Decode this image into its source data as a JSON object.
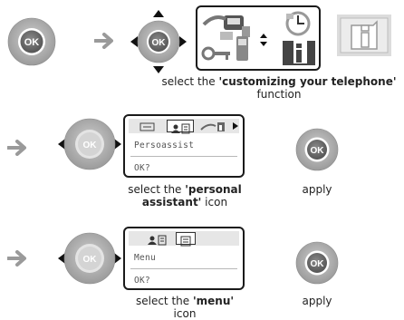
{
  "step1": {
    "caption_prefix": "select the ",
    "caption_bold": "'customizing your telephone'",
    "caption_suffix": "function"
  },
  "step2": {
    "lcd_line1": "Persoassist",
    "lcd_line2": "OK?",
    "caption_prefix": "select the ",
    "caption_bold_1": "'personal",
    "caption_bold_2": "assistant'",
    "caption_suffix": " icon",
    "apply_label": "apply"
  },
  "step3": {
    "lcd_line1": "Menu",
    "lcd_line2": "OK?",
    "caption_prefix": "select the ",
    "caption_bold": "'menu'",
    "caption_suffix": "icon",
    "apply_label": "apply"
  },
  "ok_label": "OK",
  "icons": {
    "arrow": "right-arrow-icon",
    "navigator": "navigator-key-icon",
    "ok": "ok-key-icon",
    "info": "info-icon",
    "clock": "clock-icon",
    "phone": "telephone-icon",
    "key": "key-icon",
    "personal": "personal-assistant-icon",
    "menu": "menu-icon"
  },
  "colors": {
    "key_ring": "#a9a9a9",
    "key_center": "#6a6a6a",
    "arrow": "#9a9a9a",
    "dim": "#d4d4d4"
  }
}
